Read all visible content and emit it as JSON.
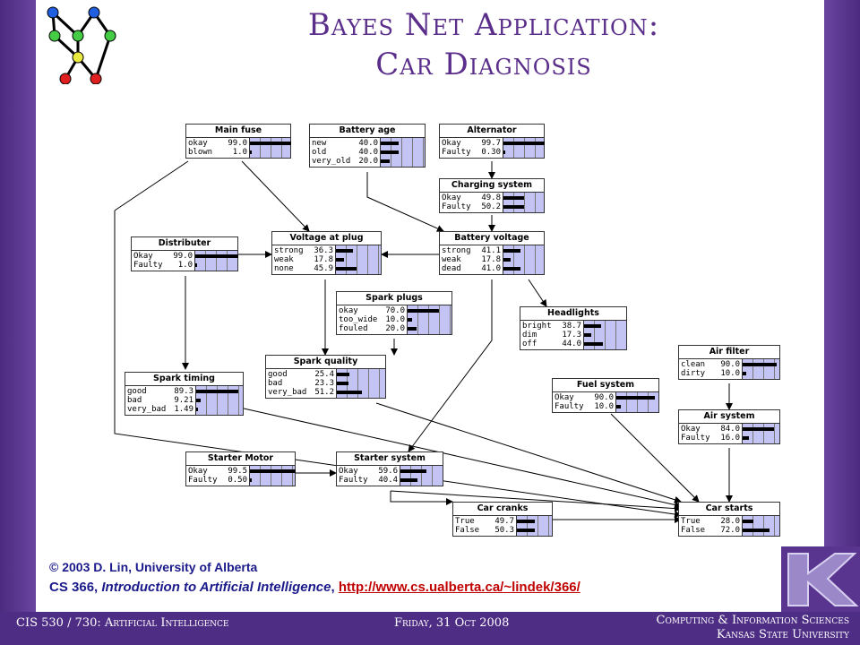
{
  "title_line1": "Bayes Net Application:",
  "title_line2": "Car Diagnosis",
  "nodes": {
    "main_fuse": {
      "name": "Main fuse",
      "rows": [
        [
          "okay",
          "99.0"
        ],
        [
          "blown",
          "1.0"
        ]
      ],
      "probs": [
        0.99,
        0.01
      ]
    },
    "battery_age": {
      "name": "Battery age",
      "rows": [
        [
          "new",
          "40.0"
        ],
        [
          "old",
          "40.0"
        ],
        [
          "very_old",
          "20.0"
        ]
      ],
      "probs": [
        0.4,
        0.4,
        0.2
      ]
    },
    "alternator": {
      "name": "Alternator",
      "rows": [
        [
          "Okay",
          "99.7"
        ],
        [
          "Faulty",
          "0.30"
        ]
      ],
      "probs": [
        0.997,
        0.003
      ]
    },
    "charging_system": {
      "name": "Charging system",
      "rows": [
        [
          "Okay",
          "49.8"
        ],
        [
          "Faulty",
          "50.2"
        ]
      ],
      "probs": [
        0.498,
        0.502
      ]
    },
    "distributer": {
      "name": "Distributer",
      "rows": [
        [
          "Okay",
          "99.0"
        ],
        [
          "Faulty",
          "1.0"
        ]
      ],
      "probs": [
        0.99,
        0.01
      ]
    },
    "voltage_at_plug": {
      "name": "Voltage at plug",
      "rows": [
        [
          "strong",
          "36.3"
        ],
        [
          "weak",
          "17.8"
        ],
        [
          "none",
          "45.9"
        ]
      ],
      "probs": [
        0.363,
        0.178,
        0.459
      ]
    },
    "battery_voltage": {
      "name": "Battery voltage",
      "rows": [
        [
          "strong",
          "41.1"
        ],
        [
          "weak",
          "17.8"
        ],
        [
          "dead",
          "41.0"
        ]
      ],
      "probs": [
        0.411,
        0.178,
        0.41
      ]
    },
    "spark_plugs": {
      "name": "Spark plugs",
      "rows": [
        [
          "okay",
          "70.0"
        ],
        [
          "too_wide",
          "10.0"
        ],
        [
          "fouled",
          "20.0"
        ]
      ],
      "probs": [
        0.7,
        0.1,
        0.2
      ]
    },
    "headlights": {
      "name": "Headlights",
      "rows": [
        [
          "bright",
          "38.7"
        ],
        [
          "dim",
          "17.3"
        ],
        [
          "off",
          "44.0"
        ]
      ],
      "probs": [
        0.387,
        0.173,
        0.44
      ]
    },
    "air_filter": {
      "name": "Air filter",
      "rows": [
        [
          "clean",
          "90.0"
        ],
        [
          "dirty",
          "10.0"
        ]
      ],
      "probs": [
        0.9,
        0.1
      ]
    },
    "spark_timing": {
      "name": "Spark timing",
      "rows": [
        [
          "good",
          "89.3"
        ],
        [
          "bad",
          "9.21"
        ],
        [
          "very_bad",
          "1.49"
        ]
      ],
      "probs": [
        0.893,
        0.0921,
        0.0149
      ]
    },
    "spark_quality": {
      "name": "Spark quality",
      "rows": [
        [
          "good",
          "25.4"
        ],
        [
          "bad",
          "23.3"
        ],
        [
          "very_bad",
          "51.2"
        ]
      ],
      "probs": [
        0.254,
        0.233,
        0.512
      ]
    },
    "fuel_system": {
      "name": "Fuel system",
      "rows": [
        [
          "Okay",
          "90.0"
        ],
        [
          "Faulty",
          "10.0"
        ]
      ],
      "probs": [
        0.9,
        0.1
      ]
    },
    "air_system": {
      "name": "Air system",
      "rows": [
        [
          "Okay",
          "84.0"
        ],
        [
          "Faulty",
          "16.0"
        ]
      ],
      "probs": [
        0.84,
        0.16
      ]
    },
    "starter_motor": {
      "name": "Starter Motor",
      "rows": [
        [
          "Okay",
          "99.5"
        ],
        [
          "Faulty",
          "0.50"
        ]
      ],
      "probs": [
        0.995,
        0.005
      ]
    },
    "starter_system": {
      "name": "Starter system",
      "rows": [
        [
          "Okay",
          "59.6"
        ],
        [
          "Faulty",
          "40.4"
        ]
      ],
      "probs": [
        0.596,
        0.404
      ]
    },
    "car_cranks": {
      "name": "Car cranks",
      "rows": [
        [
          "True",
          "49.7"
        ],
        [
          "False",
          "50.3"
        ]
      ],
      "probs": [
        0.497,
        0.503
      ]
    },
    "car_starts": {
      "name": "Car starts",
      "rows": [
        [
          "True",
          "28.0"
        ],
        [
          "False",
          "72.0"
        ]
      ],
      "probs": [
        0.28,
        0.72
      ]
    }
  },
  "credit_line1": "© 2003 D. Lin, University of Alberta",
  "credit_line2_prefix": "CS 366, ",
  "credit_line2_course": "Introduction to Artificial Intelligence",
  "credit_line2_sep": ", ",
  "credit_url": "http://www.cs.ualberta.ca/~lindek/366/",
  "footer": {
    "course": "CIS 530 / 730: Artificial Intelligence",
    "date": "Friday, 31 Oct 2008",
    "dept_line1": "Computing & Information Sciences",
    "dept_line2": "Kansas State University"
  },
  "colors": {
    "purple": "#4e2d84",
    "bar_fill": "#c4c4f4",
    "link": "#c00000"
  }
}
